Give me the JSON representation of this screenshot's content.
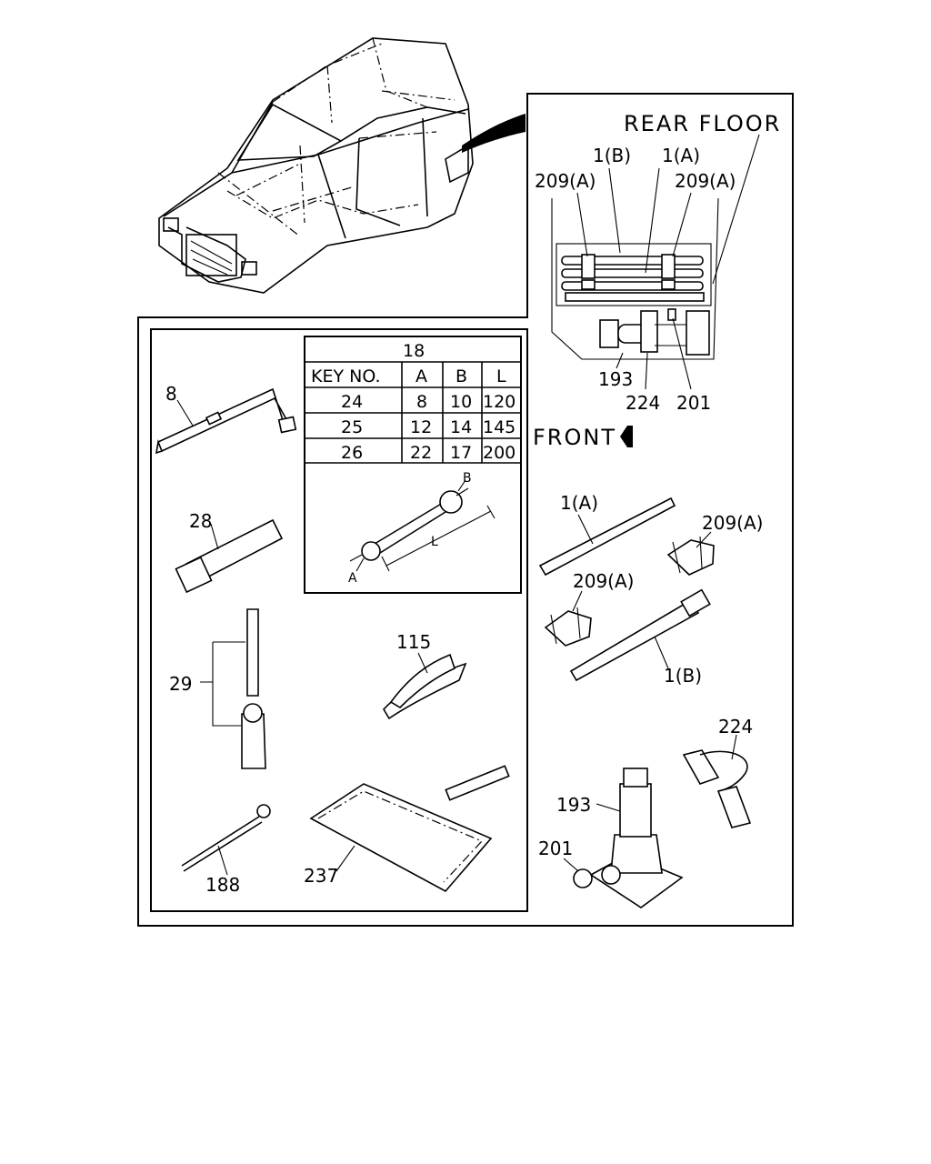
{
  "labels": {
    "rear_floor": "REAR FLOOR",
    "front": "FRONT",
    "p1b_top": "1(B)",
    "p1a_top": "1(A)",
    "p209a_left": "209(A)",
    "p209a_right": "209(A)",
    "p193_top": "193",
    "p224_top": "224",
    "p201_top": "201",
    "p1a_mid": "1(A)",
    "p209a_mid_right": "209(A)",
    "p209a_mid_left": "209(A)",
    "p1b_mid": "1(B)",
    "p224_bottom": "224",
    "p193_bottom": "193",
    "p201_bottom": "201",
    "p8": "8",
    "p28": "28",
    "p29": "29",
    "p115": "115",
    "p188": "188",
    "p237": "237",
    "wrench_a": "A",
    "wrench_b": "B",
    "wrench_l": "L"
  },
  "table": {
    "title": "18",
    "headers": [
      "KEY NO.",
      "A",
      "B",
      "L"
    ],
    "rows": [
      [
        "24",
        "8",
        "10",
        "120"
      ],
      [
        "25",
        "12",
        "14",
        "145"
      ],
      [
        "26",
        "22",
        "17",
        "200"
      ]
    ]
  }
}
